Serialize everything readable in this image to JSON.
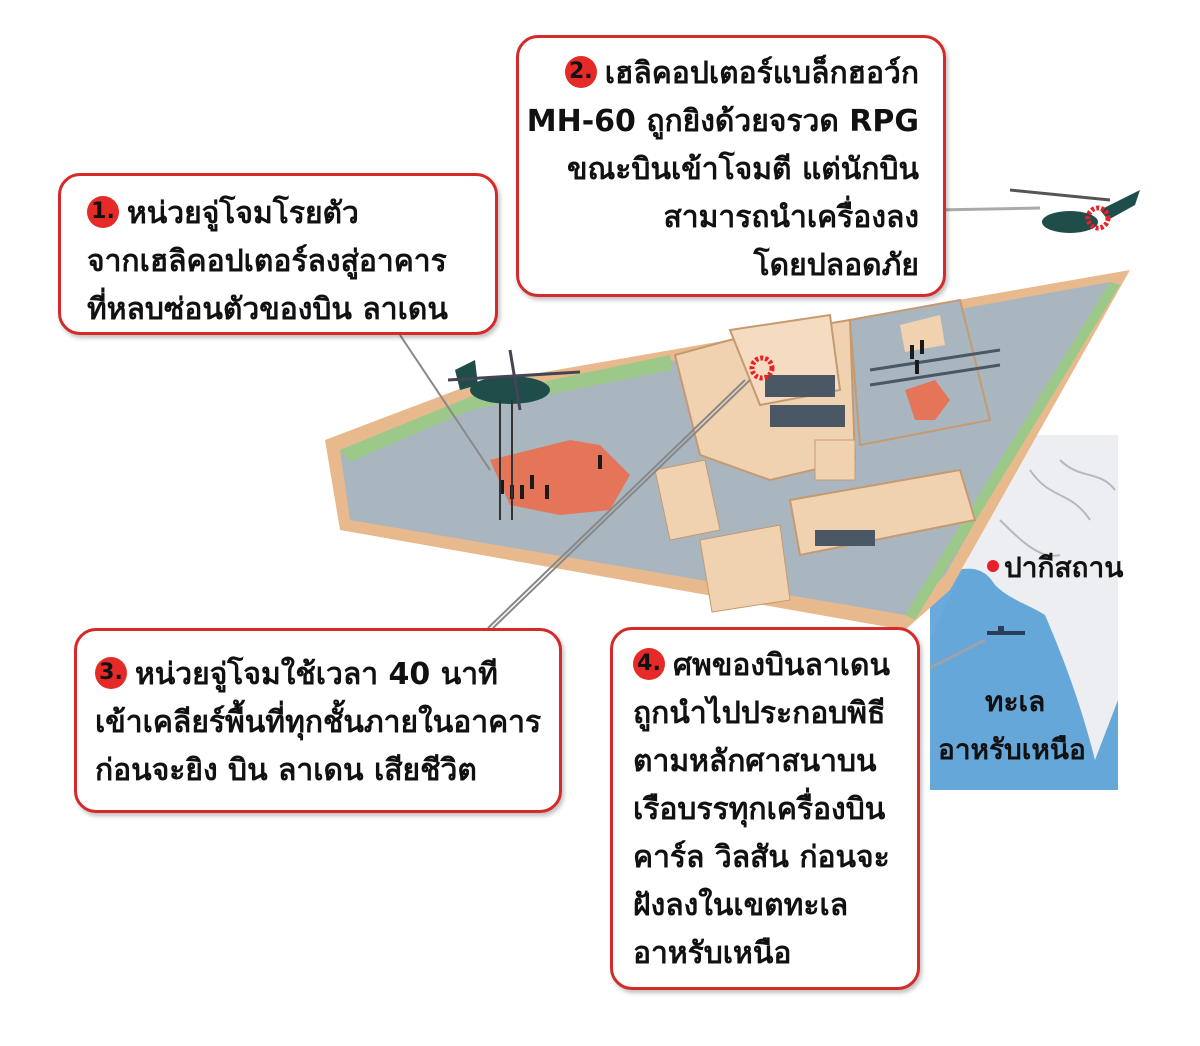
{
  "callouts": [
    {
      "number": "1.",
      "lines": [
        "หน่วยจู่โจมโรยตัว",
        "จากเฮลิคอปเตอร์ลงสู่อาคาร",
        "ที่หลบซ่อนตัวของบิน ลาเดน"
      ]
    },
    {
      "number": "2.",
      "lines": [
        "เฮลิคอปเตอร์แบล็กฮอว์ก",
        "MH-60 ถูกยิงด้วยจรวด RPG",
        "ขณะบินเข้าโจมตี แต่นักบิน",
        "สามารถนำเครื่องลง",
        "โดยปลอดภัย"
      ]
    },
    {
      "number": "3.",
      "lines": [
        "หน่วยจู่โจมใช้เวลา 40 นาที",
        "เข้าเคลียร์พื้นที่ทุกชั้นภายในอาคาร",
        "ก่อนจะยิง บิน ลาเดน เสียชีวิต"
      ]
    },
    {
      "number": "4.",
      "lines": [
        "ศพของบินลาเดน",
        "ถูกนำไปประกอบพิธี",
        "ตามหลักศาสนาบน",
        "เรือบรรทุกเครื่องบิน",
        "คาร์ล วิลสัน ก่อนจะ",
        "ฝังลงในเขตทะเล",
        "อาหรับเหนือ"
      ]
    }
  ],
  "map": {
    "location_label": "ปากีสถาน",
    "sea_label_line1": "ทะเล",
    "sea_label_line2": "อาหรับเหนือ"
  },
  "colors": {
    "callout_border": "#d42a2a",
    "badge": "#e52a28",
    "compound_floor": "#a9b6c0",
    "compound_wall": "#e8b98c",
    "grass_strip": "#9cc98a",
    "sea": "#4f9ad6",
    "land": "#e9ebee",
    "helicopter": "#1f4d4a",
    "explosion": "#e8202a",
    "movement_arrow": "#ef6a45"
  }
}
